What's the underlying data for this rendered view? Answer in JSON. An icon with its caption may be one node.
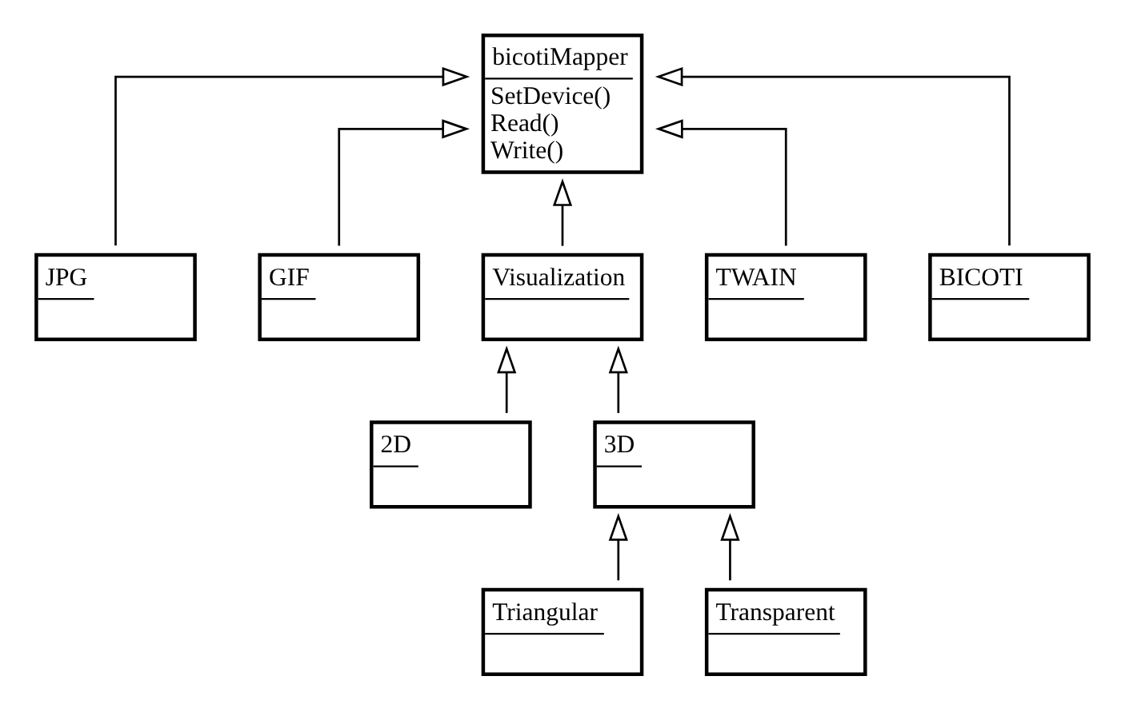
{
  "diagram": {
    "nodes": [
      {
        "text": [
          "bicotiMapper",
          "SetDevice()",
          "Read()",
          "Write()"
        ]
      },
      {
        "text": [
          "JPG"
        ]
      },
      {
        "text": [
          "GIF"
        ]
      },
      {
        "text": [
          "Visualization"
        ]
      },
      {
        "text": [
          "TWAIN"
        ]
      },
      {
        "text": [
          "BICOTI"
        ]
      },
      {
        "text": [
          "2D"
        ]
      },
      {
        "text": [
          "3D"
        ]
      },
      {
        "text": [
          "Triangular"
        ]
      },
      {
        "text": [
          "Transparent"
        ]
      }
    ],
    "edges": [
      {
        "from": 1,
        "to": 0,
        "arrow": "to"
      },
      {
        "from": 2,
        "to": 0,
        "arrow": "to"
      },
      {
        "from": 3,
        "to": 0,
        "arrow": "to"
      },
      {
        "from": 4,
        "to": 0,
        "arrow": "to"
      },
      {
        "from": 5,
        "to": 0,
        "arrow": "to"
      },
      {
        "from": 6,
        "to": 3,
        "arrow": "to"
      },
      {
        "from": 7,
        "to": 3,
        "arrow": "to"
      },
      {
        "from": 8,
        "to": 7,
        "arrow": "to"
      },
      {
        "from": 9,
        "to": 7,
        "arrow": "to"
      }
    ]
  }
}
